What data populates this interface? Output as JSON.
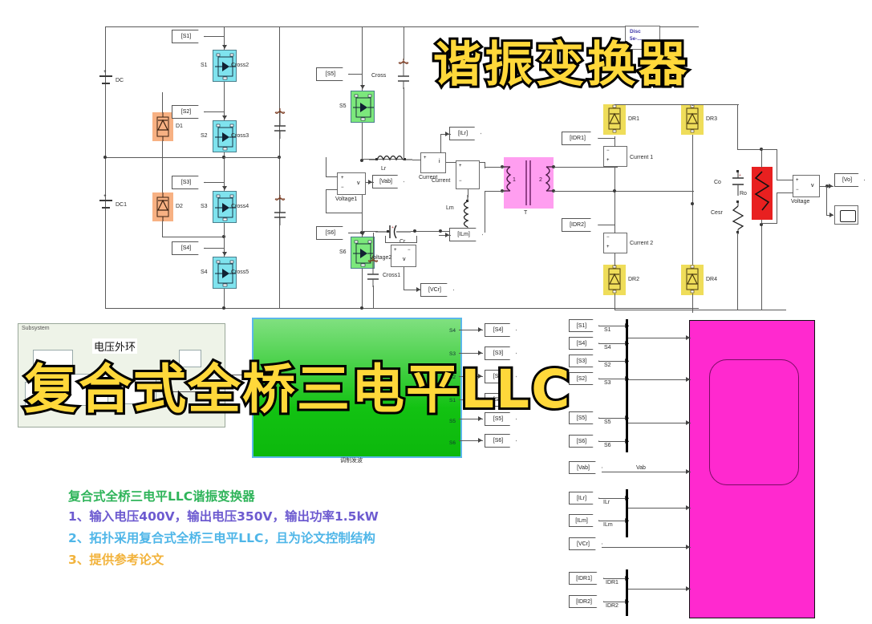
{
  "overlay": {
    "top_title": "谐振变换器",
    "mid_title": "复合式全桥三电平LLC",
    "top_title_color": "#ffd83a",
    "mid_title_color": "#ffd83a",
    "stroke_color": "#000000"
  },
  "captions": [
    {
      "text": "复合式全桥三电平LLC谐振变换器",
      "color": "#2fb45a"
    },
    {
      "text": "1、输入电压400V，输出电压350V，输出功率1.5kW",
      "color": "#6d5bd0"
    },
    {
      "text": "2、拓扑采用复合式全桥三电平LLC，且为论文控制结构",
      "color": "#4fb6e8"
    },
    {
      "text": "3、提供参考论文",
      "color": "#f2b33c"
    }
  ],
  "model": {
    "solver_block": {
      "line1": "Disc",
      "line2": "5e-..."
    },
    "sources": [
      {
        "name": "DC"
      },
      {
        "name": "DC1"
      }
    ],
    "clamp_diodes": [
      {
        "name": "D1",
        "color": "#f7b183"
      },
      {
        "name": "D2",
        "color": "#f7b183"
      }
    ],
    "switches": [
      {
        "name": "S1",
        "tag": "[S1]",
        "cross": "Cross2",
        "color": "#7fe3ee"
      },
      {
        "name": "S2",
        "tag": "[S2]",
        "cross": "Cross3",
        "color": "#7fe3ee"
      },
      {
        "name": "S3",
        "tag": "[S3]",
        "cross": "Cross4",
        "color": "#7fe3ee"
      },
      {
        "name": "S4",
        "tag": "[S4]",
        "cross": "Cross5",
        "color": "#7fe3ee"
      },
      {
        "name": "S5",
        "tag": "[S5]",
        "cross": "Cross",
        "color": "#7ce87c"
      },
      {
        "name": "S6",
        "tag": "[S6]",
        "cross": "Cross1",
        "color": "#7ce87c"
      }
    ],
    "resonant": {
      "inductor_label": "Lr",
      "magnetizing_label": "Lm",
      "capacitor_label": "Cr",
      "transformer_label": "T",
      "transformer_p": "1",
      "transformer_s": "2",
      "transformer_color": "#ff9ef0"
    },
    "measurements": [
      {
        "name": "Current",
        "out_tag": "[ILr]"
      },
      {
        "name": "Current",
        "out_tag": "[ILm]"
      },
      {
        "name": "Voltage1",
        "out_tag": "[Vab]"
      },
      {
        "name": "Voltage2",
        "out_tag": "[VCr]"
      },
      {
        "name": "Current 1",
        "out_tag": "[IDR1]"
      },
      {
        "name": "Current 2",
        "out_tag": "[IDR2]"
      },
      {
        "name": "Voltage",
        "out_tag": "[Vo]"
      }
    ],
    "rectifier_diodes": [
      {
        "name": "DR1",
        "color": "#efdd5a"
      },
      {
        "name": "DR3",
        "color": "#efdd5a"
      },
      {
        "name": "DR2",
        "color": "#efdd5a"
      },
      {
        "name": "DR4",
        "color": "#efdd5a"
      }
    ],
    "output_stage": {
      "cap": "Co",
      "esr": "Cesr",
      "load": "Ro",
      "load_color": "#e82020"
    },
    "subsystem": {
      "title": "Subsystem",
      "inner_label": "电压外环"
    },
    "modulator": {
      "caption": "调制发波",
      "outputs": [
        "S4",
        "S3",
        "S2",
        "S1",
        "S5",
        "S6"
      ],
      "out_tags": [
        "[S4]",
        "[S3]",
        "[S2]",
        "[S1]",
        "[S5]",
        "[S6]"
      ]
    },
    "scope_inputs": [
      {
        "tag": "[S1]",
        "label": "S1"
      },
      {
        "tag": "[S4]",
        "label": "S4"
      },
      {
        "tag": "[S3]",
        "label": "S2"
      },
      {
        "tag": "[S2]",
        "label": "S3"
      },
      {
        "tag": "[S5]",
        "label": "S5"
      },
      {
        "tag": "[S6]",
        "label": "S6"
      },
      {
        "tag": "[Vab]",
        "label": "Vab"
      },
      {
        "tag": "[ILr]",
        "label": "ILr"
      },
      {
        "tag": "[ILm]",
        "label": "ILm"
      },
      {
        "tag": "[VCr]",
        "label": ""
      },
      {
        "tag": "[IDR1]",
        "label": "IDR1"
      },
      {
        "tag": "[IDR2]",
        "label": "IDR2"
      }
    ],
    "scope_color": "#ff29cf"
  }
}
